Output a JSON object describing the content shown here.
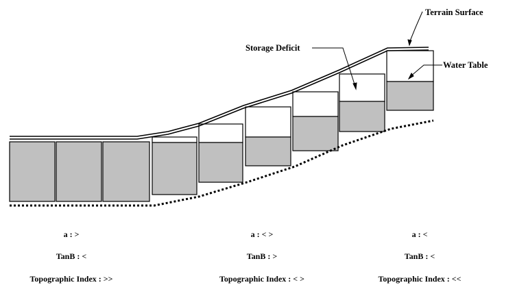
{
  "callouts": {
    "terrain_surface": "Terrain Surface",
    "storage_deficit": "Storage Deficit",
    "water_table": "Water Table"
  },
  "annotations": [
    {
      "a": "a : >",
      "tanb": "TanB : <",
      "topo_index": "Topographic Index : >>"
    },
    {
      "a": "a : < >",
      "tanb": "TanB : >",
      "topo_index": "Topographic Index : < >"
    },
    {
      "a": "a : <",
      "tanb": "TanB : <",
      "topo_index": "Topographic Index : <<"
    }
  ],
  "colors": {
    "saturated_fill": "#c0c0c0",
    "outline": "#000000",
    "background": "#ffffff"
  }
}
